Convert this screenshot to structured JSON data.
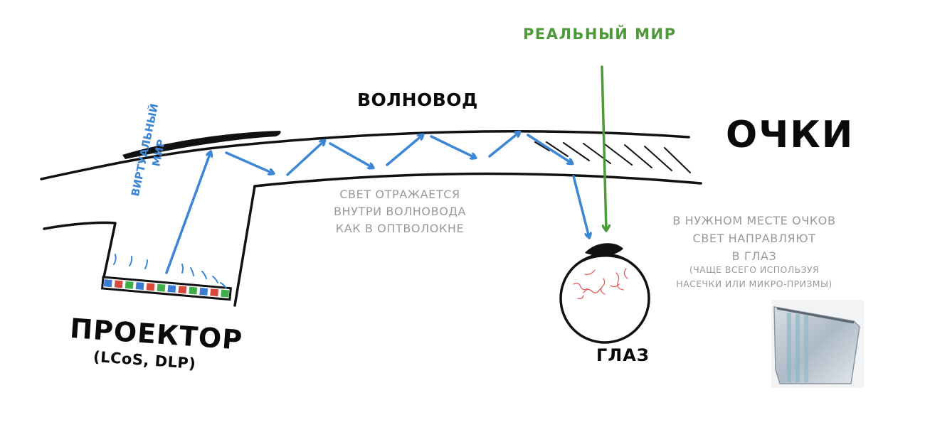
{
  "labels": {
    "real_world": "РЕАЛЬНЫЙ МИР",
    "waveguide": "ВОЛНОВОД",
    "glasses": "ОЧКИ",
    "virtual_world": [
      "ВИРТУАЛЬНЫЙ",
      "МИР"
    ],
    "light_reflection": [
      "СВЕТ ОТРАЖАЕТСЯ",
      "ВНУТРИ ВОЛНОВОДА",
      "КАК В ОПТВОЛОКНЕ"
    ],
    "direction": [
      "В НУЖНОМ МЕСТЕ ОЧКОВ",
      "СВЕТ НАПРАВЛЯЮТ",
      "В ГЛАЗ"
    ],
    "note": [
      "(ЧАЩЕ ВСЕГО ИСПОЛЬЗУЯ",
      "НАСЕЧКИ ИЛИ МИКРО-ПРИЗМЫ)"
    ],
    "projector": "ПРОЕКТОР",
    "projector_types": "(LCoS, DLP)",
    "eye": "ГЛАЗ"
  },
  "colors": {
    "real_world_arrow": "#4c9a3a",
    "virtual_arrow": "#3d86d6",
    "outline": "#111111",
    "annotation": "#9a9a9a",
    "pixel_red": "#d9463b",
    "pixel_green": "#3fae4a",
    "pixel_blue": "#3a7bd5",
    "eye_veins": "#e06060"
  },
  "icons": {
    "photo": "waveguide-glasses-photo"
  }
}
